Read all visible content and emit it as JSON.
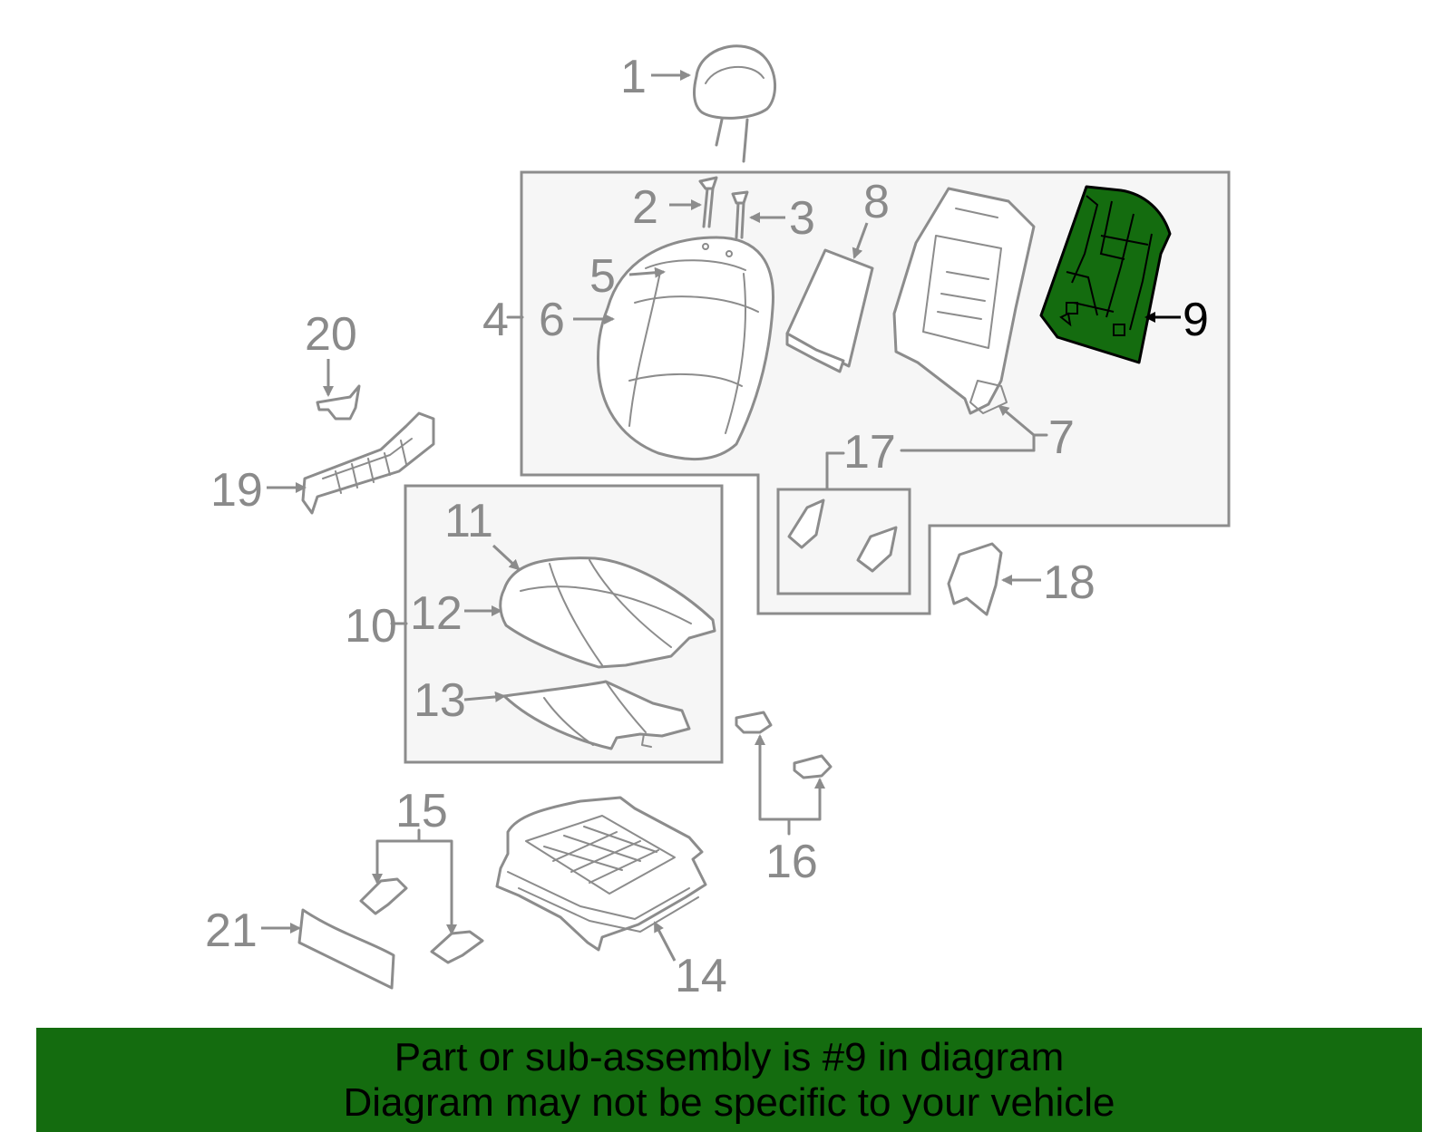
{
  "diagram": {
    "highlight_color": "#146c0f",
    "callouts": [
      {
        "id": "1",
        "label": "1"
      },
      {
        "id": "2",
        "label": "2"
      },
      {
        "id": "3",
        "label": "3"
      },
      {
        "id": "4",
        "label": "4"
      },
      {
        "id": "5",
        "label": "5"
      },
      {
        "id": "6",
        "label": "6"
      },
      {
        "id": "7",
        "label": "7"
      },
      {
        "id": "8",
        "label": "8"
      },
      {
        "id": "9",
        "label": "9",
        "highlighted": true
      },
      {
        "id": "10",
        "label": "10"
      },
      {
        "id": "11",
        "label": "11"
      },
      {
        "id": "12",
        "label": "12"
      },
      {
        "id": "13",
        "label": "13"
      },
      {
        "id": "14",
        "label": "14"
      },
      {
        "id": "15",
        "label": "15"
      },
      {
        "id": "16",
        "label": "16"
      },
      {
        "id": "17",
        "label": "17"
      },
      {
        "id": "18",
        "label": "18"
      },
      {
        "id": "19",
        "label": "19"
      },
      {
        "id": "20",
        "label": "20"
      },
      {
        "id": "21",
        "label": "21"
      }
    ]
  },
  "footer": {
    "line1": "Part or sub-assembly is #9 in diagram",
    "line2": "Diagram may not be specific to your vehicle",
    "background": "#146c0f"
  }
}
